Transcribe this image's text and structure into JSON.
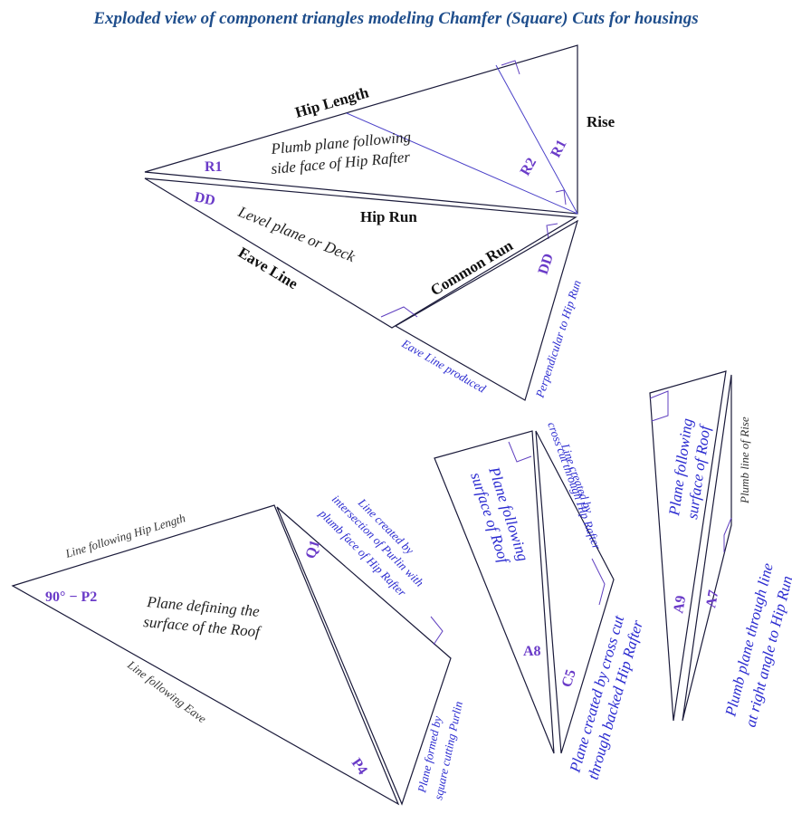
{
  "title": "Exploded view of component triangles modeling Chamfer (Square) Cuts for housings",
  "top_group": {
    "hip_length": "Hip Length",
    "rise": "Rise",
    "hip_run": "Hip Run",
    "eave_line": "Eave Line",
    "common_run": "Common Run",
    "plumb_plane_line1": "Plumb plane following",
    "plumb_plane_line2": "side face of Hip Rafter",
    "level_plane": "Level plane or Deck",
    "eave_line_produced": "Eave Line produced",
    "perpendicular_to_hip_run": "Perpendicular to Hip Run",
    "label_r1_left": "R1",
    "label_r1_right": "R1",
    "label_r2": "R2",
    "label_dd_left": "DD",
    "label_dd_right": "DD"
  },
  "bottom_left": {
    "line_following_hip_length": "Line following Hip Length",
    "line_following_eave": "Line following Eave",
    "plane_line1": "Plane defining the",
    "plane_line2": "surface of the Roof",
    "label_90_p2": "90° − P2",
    "label_q1": "Q1",
    "label_p4": "P4",
    "purlin_line1": "Line created by",
    "purlin_line2": "intersection of Purlin with",
    "purlin_line3": "plumb face of Hip Rafter",
    "square_cut_line1": "Plane formed by",
    "square_cut_line2": "square cutting Purlin"
  },
  "bottom_middle": {
    "roof_plane_line1": "Plane following",
    "roof_plane_line2": "surface of Roof",
    "label_a8": "A8",
    "label_c5": "C5",
    "cross_cut_line1": "Line created by",
    "cross_cut_line2": "cross cut through Hip Rafter",
    "backed_line1": "Plane created by cross cut",
    "backed_line2": "through backed Hip Rafter"
  },
  "bottom_right": {
    "roof_plane_line1": "Plane following",
    "roof_plane_line2": "surface of Roof",
    "plumb_line_of_rise": "Plumb line of Rise",
    "label_a9": "A9",
    "label_a7": "A7",
    "plumb_plane_line1": "Plumb plane through line",
    "plumb_plane_line2": "at right angle to Hip Run"
  }
}
